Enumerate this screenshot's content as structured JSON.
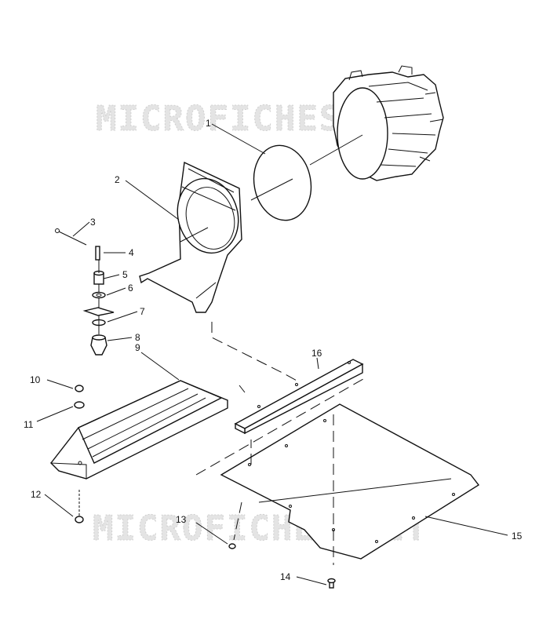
{
  "watermark": {
    "text": "MICROFICHES.NET"
  },
  "callouts": [
    "1",
    "2",
    "3",
    "4",
    "5",
    "6",
    "7",
    "8",
    "9",
    "10",
    "11",
    "12",
    "13",
    "14",
    "15",
    "16"
  ]
}
